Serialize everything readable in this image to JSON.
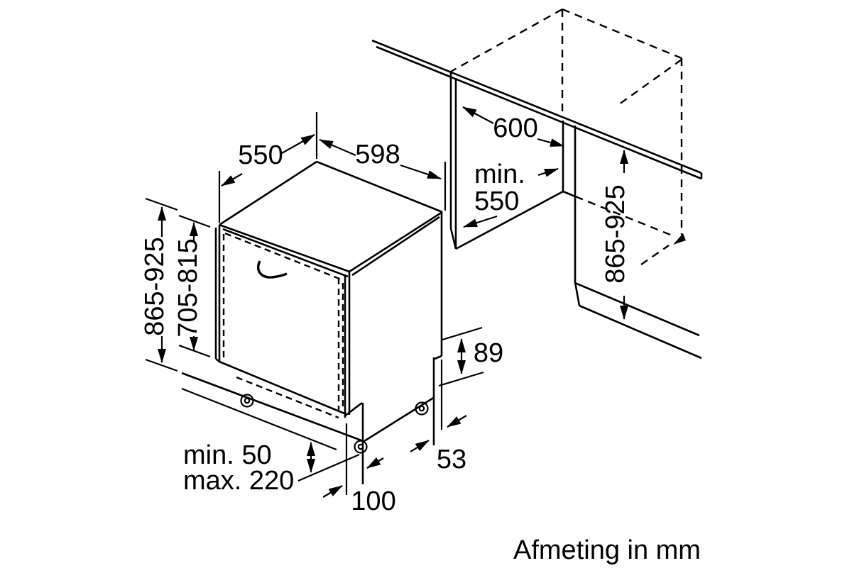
{
  "caption": "Afmeting in mm",
  "colors": {
    "line": "#000000",
    "background": "#ffffff"
  },
  "dimensions": {
    "appliance_depth": "550",
    "appliance_width": "598",
    "worktop_depth": "600",
    "niche_depth_min_prefix": "min.",
    "niche_depth_min_value": "550",
    "niche_height": "865-925",
    "appliance_height": "865-925",
    "door_panel_height": "705-815",
    "base_notch_height": "89",
    "rear_foot_offset": "53",
    "front_foot_inset": "100",
    "plinth_clearance_min": "min. 50",
    "plinth_clearance_max": "max. 220"
  }
}
